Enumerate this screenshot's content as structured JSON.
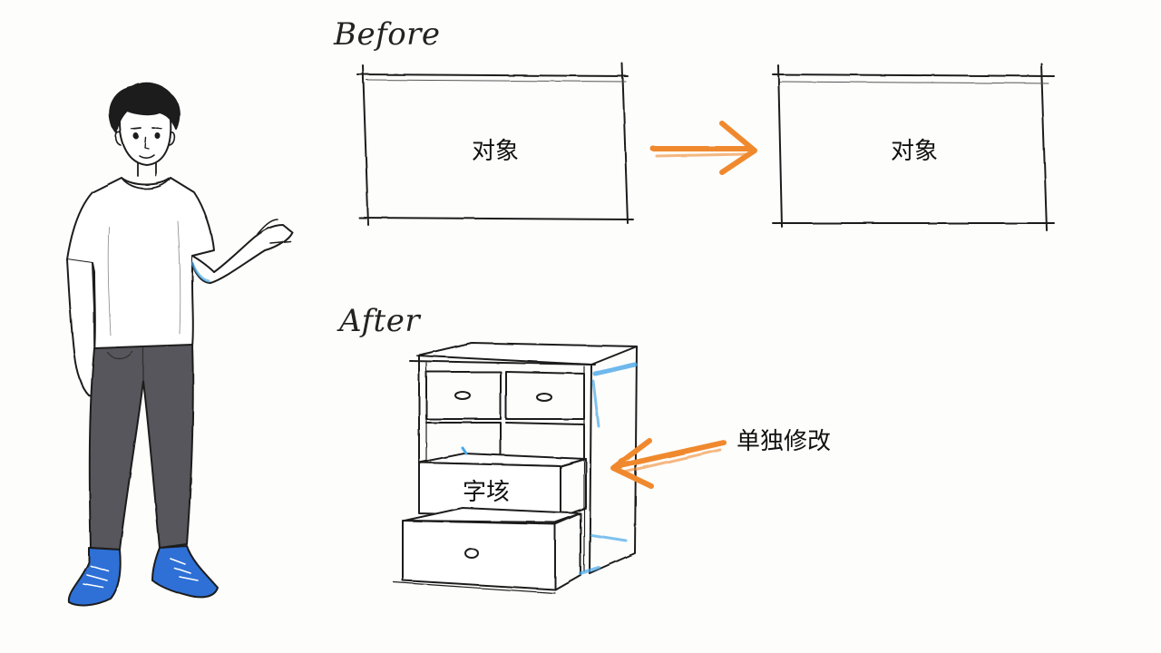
{
  "sections": {
    "before_label": "Before",
    "after_label": "After"
  },
  "before": {
    "left_box_text": "对象",
    "right_box_text": "对象"
  },
  "after": {
    "drawer_text": "字垓",
    "annotation_text": "单独修改"
  },
  "colors": {
    "arrow": "#f0892e",
    "ink": "#1e1e1e",
    "pants": "#56575b",
    "shoes": "#2f6fd6",
    "accent_blue": "#4aa8e8"
  },
  "icons": {
    "person": "person-presenting-icon",
    "arrow_right": "arrow-right-icon",
    "arrow_left": "arrow-left-icon",
    "cabinet": "drawer-cabinet-icon"
  }
}
